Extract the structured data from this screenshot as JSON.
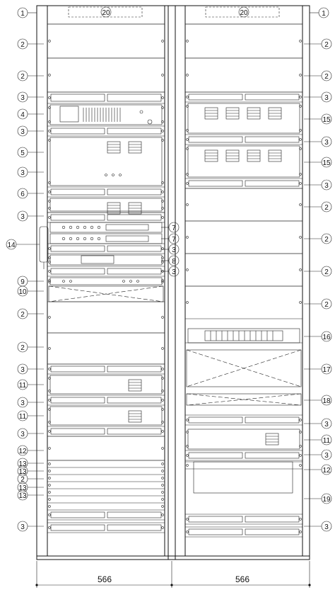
{
  "title": "",
  "dimensions": {
    "left_width": "566",
    "right_width": "566"
  },
  "labels": {
    "top_left": "1",
    "top_right": "1",
    "left_column": [
      "2",
      "2",
      "3",
      "4",
      "3",
      "5",
      "3",
      "6",
      "3",
      "14",
      "9",
      "10",
      "2",
      "2",
      "3",
      "11",
      "3",
      "11",
      "3",
      "12",
      "13",
      "13",
      "2",
      "13",
      "13",
      "3"
    ],
    "center_column": [
      "7",
      "7",
      "3",
      "8",
      "3"
    ],
    "right_column": [
      "2",
      "2",
      "3",
      "15",
      "3",
      "15",
      "3",
      "2",
      "2",
      "2",
      "2",
      "16",
      "17",
      "18",
      "3",
      "11",
      "3",
      "12",
      "19",
      "3"
    ],
    "drawer_tags": [
      "20",
      "20"
    ]
  }
}
